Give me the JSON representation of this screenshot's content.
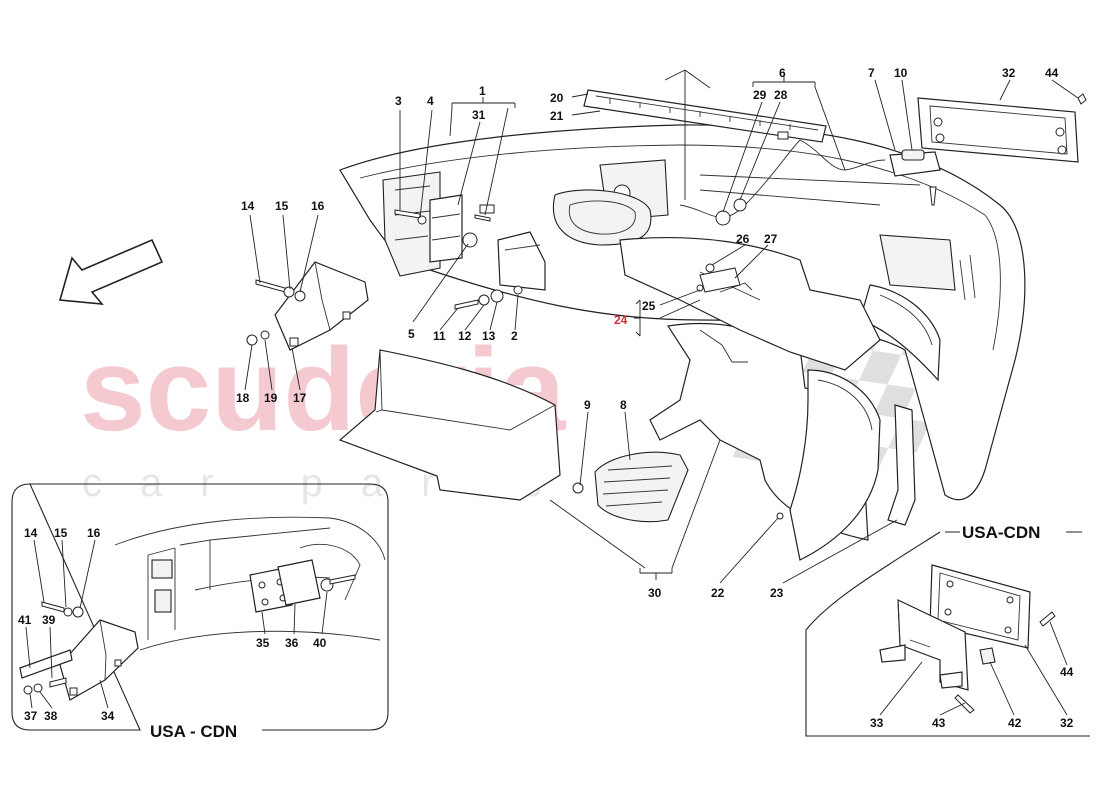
{
  "watermark": {
    "brand": "scuderia",
    "subtitle": "car parts",
    "color": "#f4c9cf"
  },
  "direction_indicator": {
    "icon": "direction-arrow-icon"
  },
  "regions": {
    "usa_cdn_left": "USA - CDN",
    "usa_cdn_right": "USA-CDN"
  },
  "callouts": {
    "c1": "1",
    "c2": "2",
    "c3": "3",
    "c4": "4",
    "c5": "5",
    "c6": "6",
    "c7": "7",
    "c8": "8",
    "c9": "9",
    "c10": "10",
    "c11": "11",
    "c12": "12",
    "c13": "13",
    "c14": "14",
    "c15": "15",
    "c16": "16",
    "c17": "17",
    "c18": "18",
    "c19": "19",
    "c20": "20",
    "c21": "21",
    "c22": "22",
    "c23": "23",
    "c24": "24",
    "c25": "25",
    "c26": "26",
    "c27": "27",
    "c28": "28",
    "c29": "29",
    "c30": "30",
    "c31": "31",
    "c32": "32",
    "c44": "44",
    "i14": "14",
    "i15": "15",
    "i16": "16",
    "i35": "35",
    "i36": "36",
    "i40": "40",
    "i41": "41",
    "i39": "39",
    "i37": "37",
    "i38": "38",
    "i34": "34",
    "r33": "33",
    "r43": "43",
    "r42": "42",
    "r32": "32",
    "r44": "44"
  },
  "colors": {
    "line": "#222222",
    "highlight_callout": "#d9273d",
    "background": "#ffffff"
  }
}
